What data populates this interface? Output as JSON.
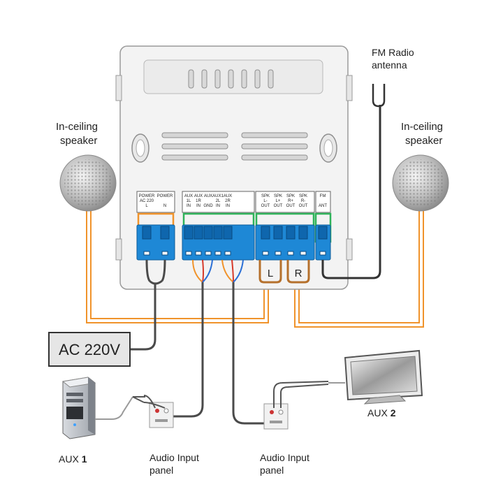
{
  "labels": {
    "fm_line1": "FM Radio",
    "fm_line2": "antenna",
    "speaker_left_line1": "In-ceiling",
    "speaker_left_line2": "speaker",
    "speaker_right_line1": "In-ceiling",
    "speaker_right_line2": "speaker",
    "ac_box": "AC 220V",
    "aux1_text": "AUX ",
    "aux1_num": "1",
    "aux2_text": "AUX ",
    "aux2_num": "2",
    "panel1_line1": "Audio Input",
    "panel1_line2": "panel",
    "panel2_line1": "Audio Input",
    "panel2_line2": "panel",
    "channel_l": "L",
    "channel_r": "R"
  },
  "terminals": [
    {
      "line1": "POWER",
      "line2": "AC 220",
      "line3": "L"
    },
    {
      "line1": "POWER",
      "line2": "",
      "line3": "N"
    },
    {
      "line1": "AUX",
      "line2": "1L",
      "line3": "IN"
    },
    {
      "line1": "AUX",
      "line2": "1R",
      "line3": "IN"
    },
    {
      "line1": "AUX",
      "line2": "",
      "line3": "GND"
    },
    {
      "line1": "AUX1",
      "line2": "2L",
      "line3": "IN"
    },
    {
      "line1": "AUX",
      "line2": "2R",
      "line3": "IN"
    },
    {
      "line1": "SPK",
      "line2": "L-",
      "line3": "OUT"
    },
    {
      "line1": "SPK",
      "line2": "L+",
      "line3": "OUT"
    },
    {
      "line1": "SPK",
      "line2": "R+",
      "line3": "OUT"
    },
    {
      "line1": "SPK",
      "line2": "R-",
      "line3": "OUT"
    },
    {
      "line1": "FM",
      "line2": "",
      "line3": "ANT"
    }
  ],
  "colors": {
    "orange_wire": "#f0932b",
    "green_frame": "#2fb35a",
    "blue_connector": "#1e88d6",
    "brown_bracket": "#b5702c",
    "dark_cable": "#4a4a4a",
    "red_wire": "#d63a2a",
    "blue_wire": "#2a6fd6"
  },
  "icons": {
    "speaker": "speaker-grille-icon",
    "computer": "desktop-tower-icon",
    "tv": "flat-tv-icon",
    "wallplate": "rca-wallplate-icon",
    "antenna": "fm-antenna-icon"
  }
}
